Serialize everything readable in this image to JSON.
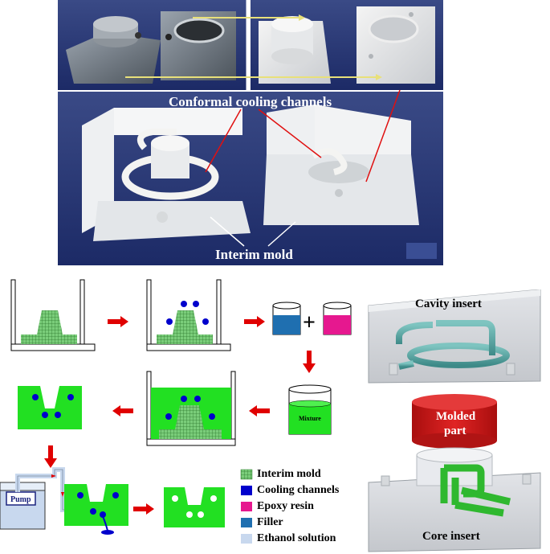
{
  "photo": {
    "callout_channels": "Conformal cooling channels",
    "callout_mold": "Interim mold"
  },
  "process": {
    "mixture_label": "Mixture",
    "pump_label": "Pump",
    "plus_sign": "+"
  },
  "legend": {
    "items": [
      {
        "label": "Interim mold",
        "color": "#6fbf6f",
        "pattern": "grid"
      },
      {
        "label": "Cooling channels",
        "color": "#0000cc"
      },
      {
        "label": "Epoxy resin",
        "color": "#e6188f"
      },
      {
        "label": "Filler",
        "color": "#1f6fb0"
      },
      {
        "label": "Ethanol solution",
        "color": "#c8d8ee"
      }
    ]
  },
  "inserts": {
    "cavity_label": "Cavity insert",
    "molded_label_line1": "Molded",
    "molded_label_line2": "part",
    "core_label": "Core insert"
  },
  "colors": {
    "photo_bg": "#2a3b7a",
    "mold_green": "#22e022",
    "channel_blue": "#0000cc",
    "arrow_red": "#e00000",
    "molded_red": "#d01818"
  }
}
